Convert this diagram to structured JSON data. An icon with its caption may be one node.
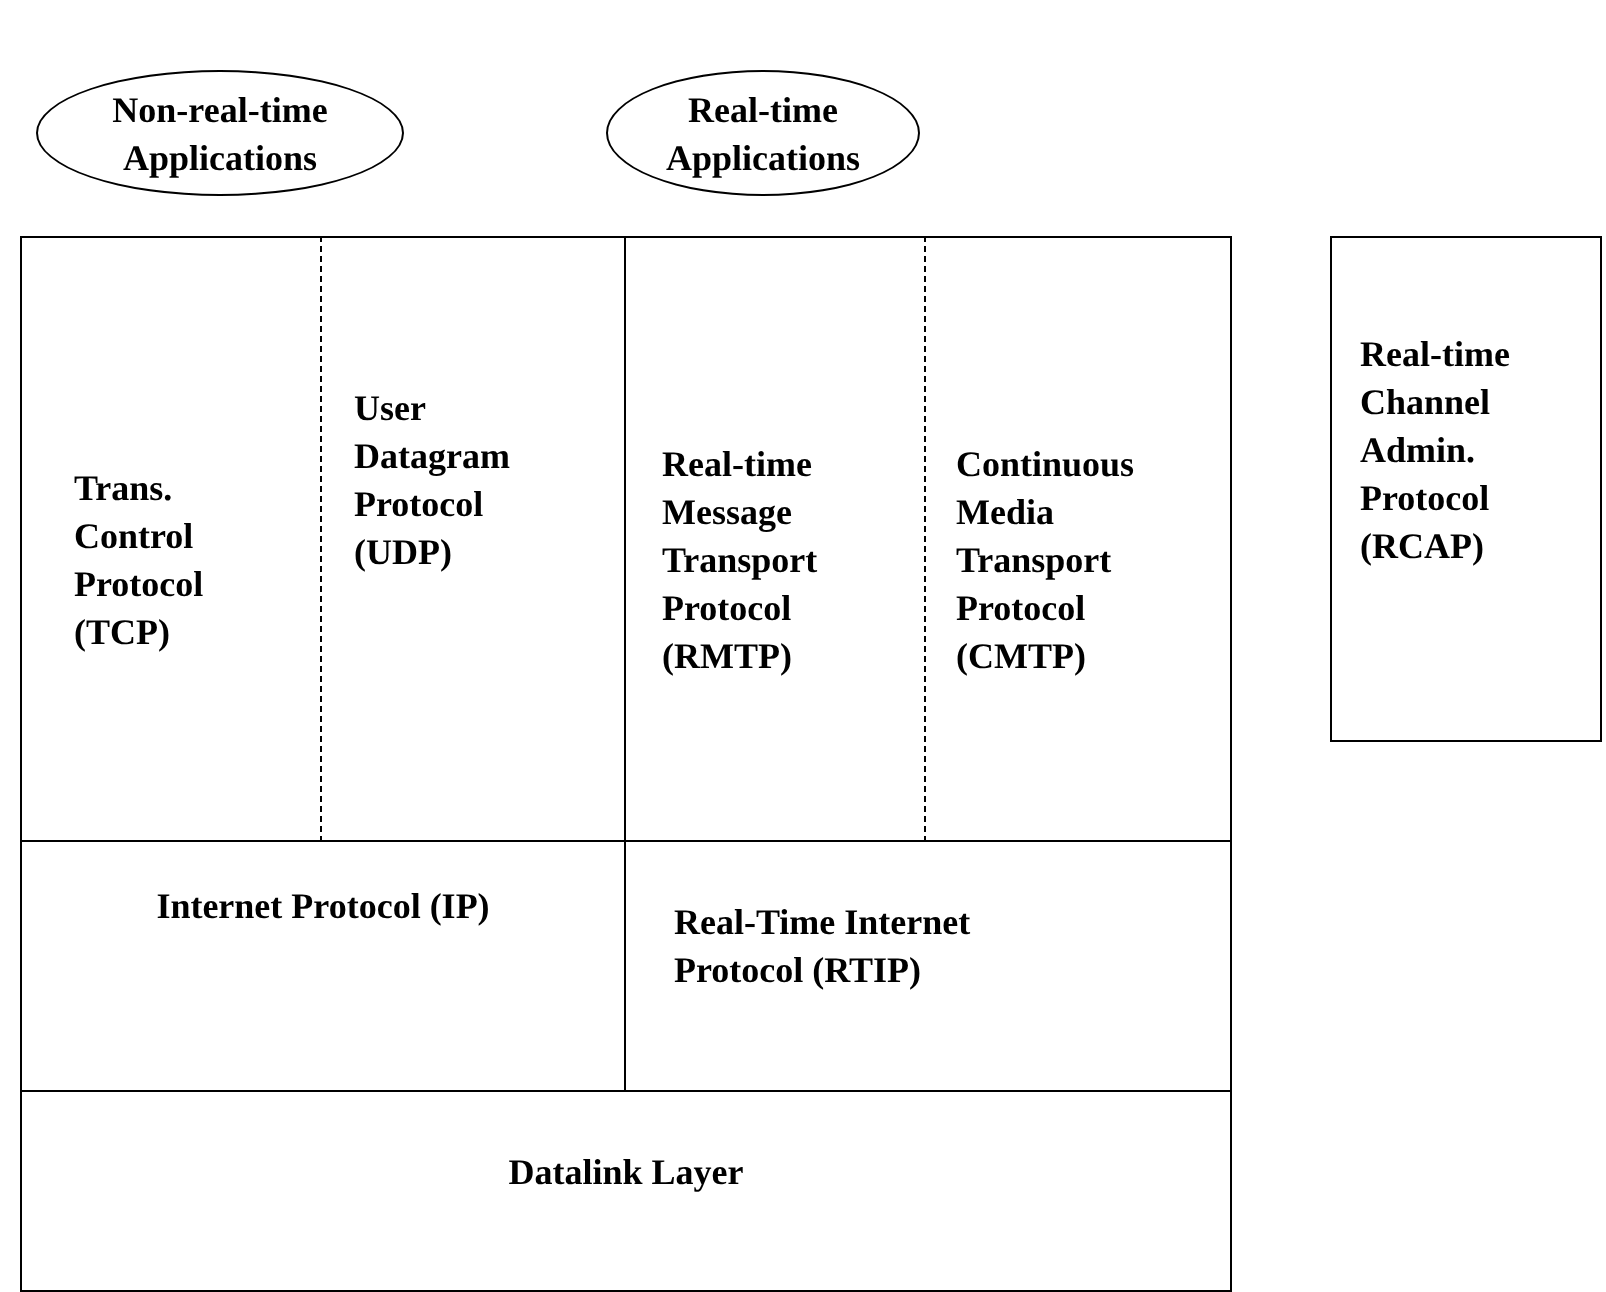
{
  "diagram": {
    "nodes": [
      {
        "text": [
          "Non-real-time Applications"
        ]
      },
      {
        "text": [
          "Real-time Applications"
        ]
      },
      {
        "text": [
          "Trans. Control Protocol (TCP)"
        ]
      },
      {
        "text": [
          "User Datagram Protocol (UDP)"
        ]
      },
      {
        "text": [
          "Real-time Message Transport Protocol (RMTP)"
        ]
      },
      {
        "text": [
          "Continuous Media Transport Protocol (CMTP)"
        ]
      },
      {
        "text": [
          "Internet Protocol (IP)"
        ]
      },
      {
        "text": [
          "Real-Time Internet Protocol (RTIP)"
        ]
      },
      {
        "text": [
          "Datalink Layer"
        ]
      },
      {
        "text": [
          "Real-time Channel Admin. Protocol (RCAP)"
        ]
      }
    ]
  }
}
